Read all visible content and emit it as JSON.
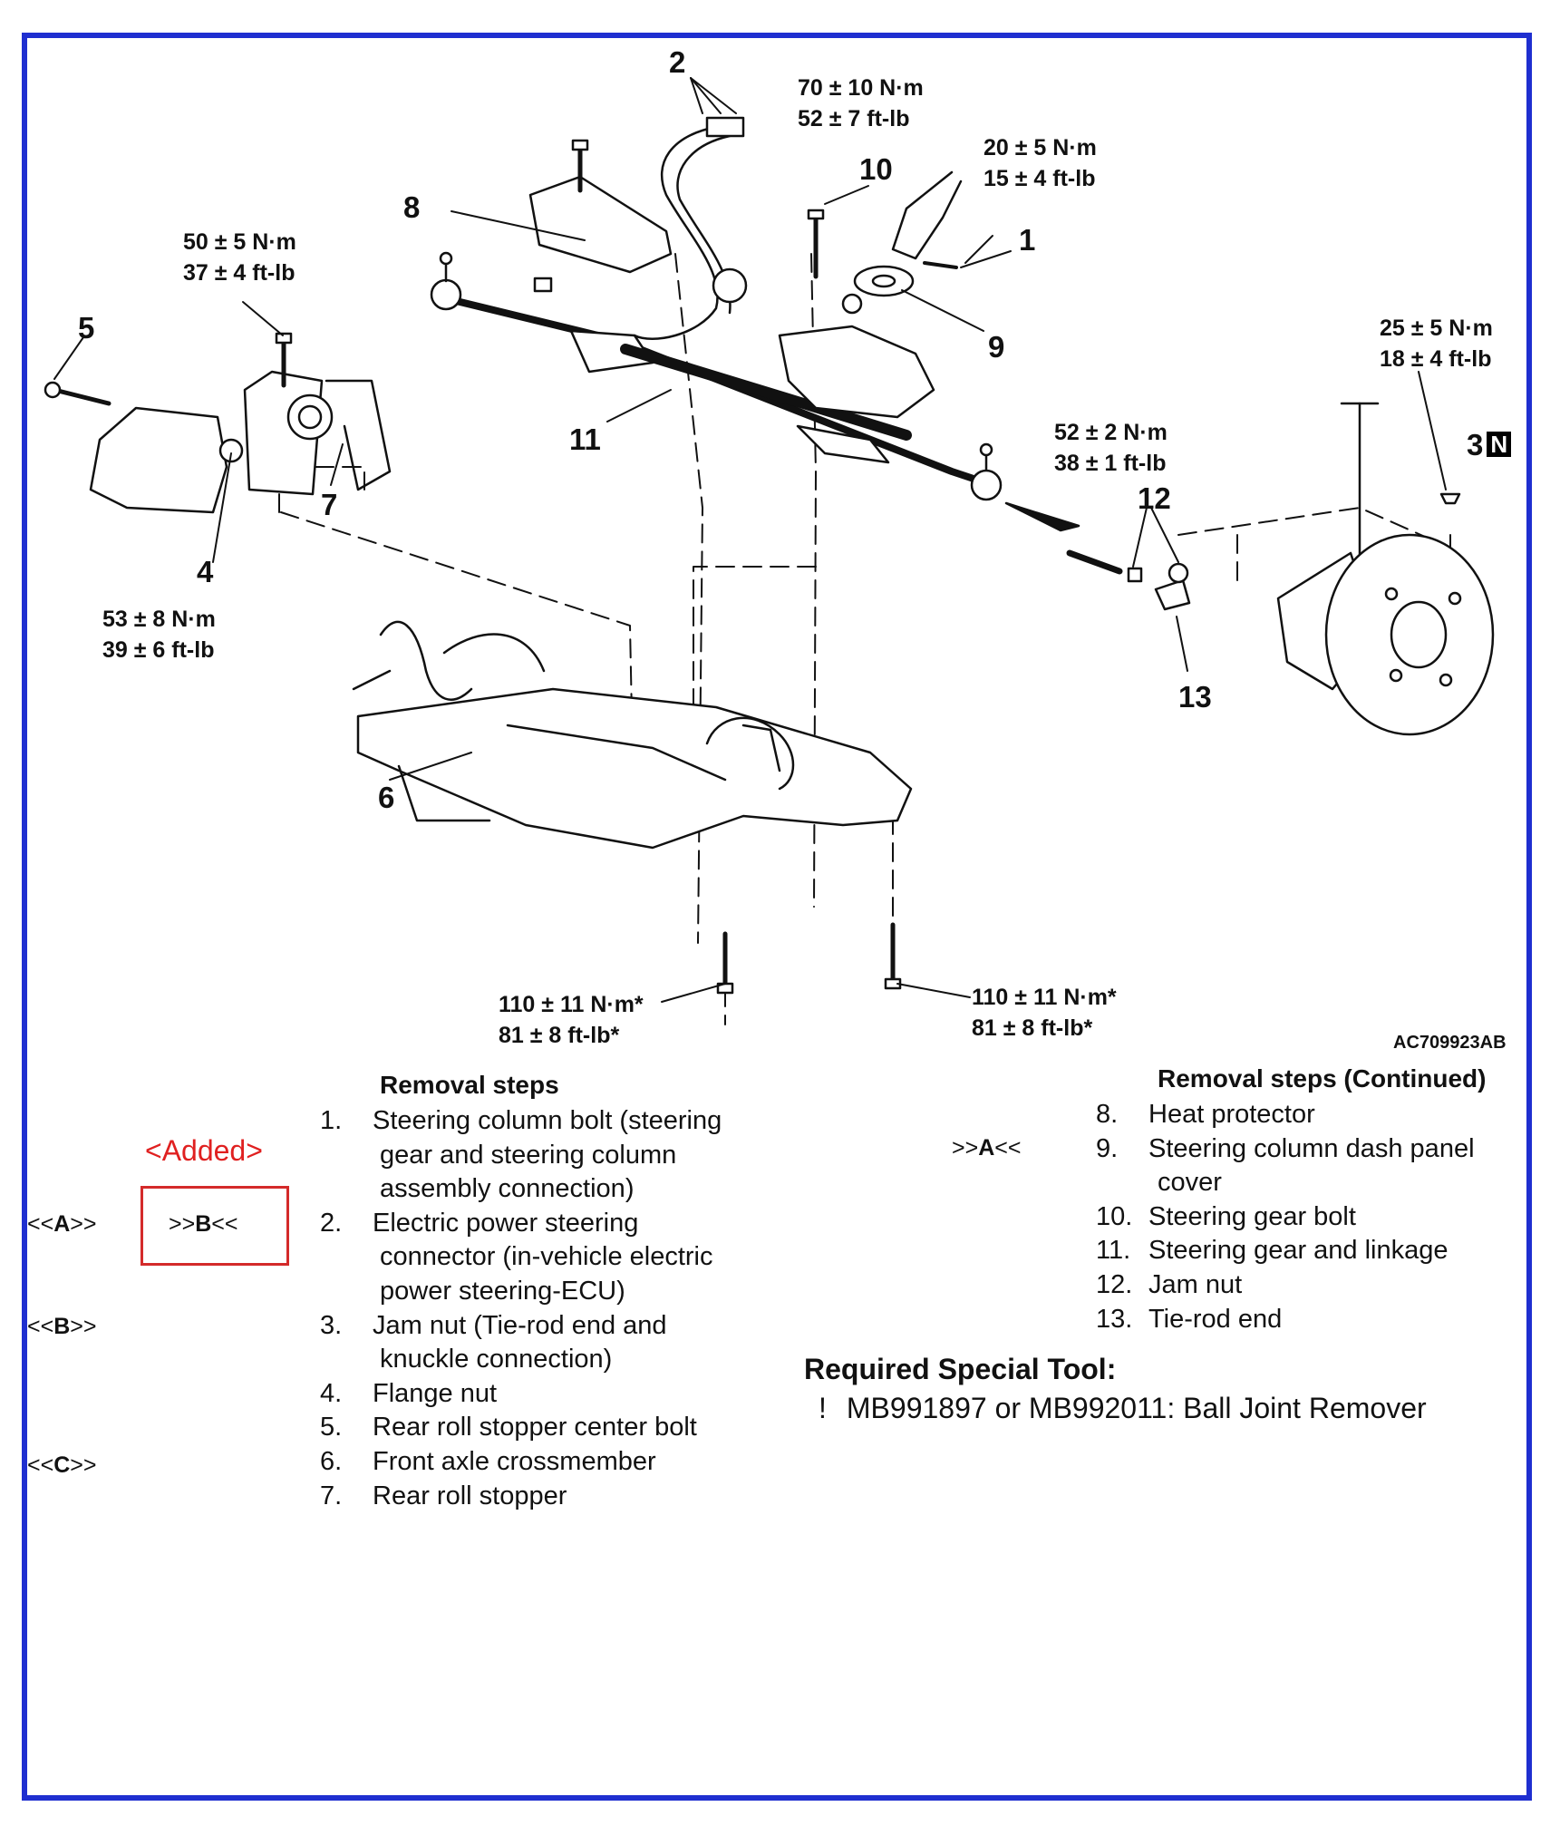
{
  "callouts": {
    "c1": "1",
    "c2": "2",
    "c3": "3",
    "c3_badge": "N",
    "c4": "4",
    "c5": "5",
    "c6": "6",
    "c7": "7",
    "c8": "8",
    "c9": "9",
    "c10": "10",
    "c11": "11",
    "c12": "12",
    "c13": "13"
  },
  "torques": {
    "t10_nm": "70 ± 10 N·m",
    "t10_ft": "52 ± 7 ft-lb",
    "t1_nm": "20 ± 5 N·m",
    "t1_ft": "15 ± 4 ft-lb",
    "t7_nm": "50 ± 5 N·m",
    "t7_ft": "37 ± 4 ft-lb",
    "t3_nm": "25 ± 5 N·m",
    "t3_ft": "18 ± 4 ft-lb",
    "t12_nm": "52 ± 2 N·m",
    "t12_ft": "38 ± 1 ft-lb",
    "t4_nm": "53 ± 8 N·m",
    "t4_ft": "39 ± 6 ft-lb",
    "t6a_nm": "110 ± 11 N·m*",
    "t6a_ft": "81 ± 8 ft-lb*",
    "t6b_nm": "110 ± 11 N·m*",
    "t6b_ft": "81 ± 8 ft-lb*"
  },
  "figure_id": "AC709923AB",
  "removal_steps": {
    "heading": "Removal steps",
    "s1_num": "1.",
    "s1_a": "Steering column bolt (steering",
    "s1_b": "gear and steering column",
    "s1_c": "assembly connection)",
    "s2_num": "2.",
    "s2_a": "Electric power steering",
    "s2_b": "connector (in-vehicle electric",
    "s2_c": "power steering-ECU)",
    "s3_num": "3.",
    "s3_a": "Jam nut (Tie-rod end and",
    "s3_b": "knuckle connection)",
    "s4_num": "4.",
    "s4_a": "Flange nut",
    "s5_num": "5.",
    "s5_a": "Rear roll stopper center bolt",
    "s6_num": "6.",
    "s6_a": "Front axle crossmember",
    "s7_num": "7.",
    "s7_a": "Rear roll stopper"
  },
  "removal_steps_continued": {
    "heading": "Removal steps (Continued)",
    "s8_num": "8.",
    "s8_a": "Heat protector",
    "s9_num": "9.",
    "s9_a": "Steering column dash panel",
    "s9_b": "cover",
    "s10_num": "10.",
    "s10_a": "Steering gear bolt",
    "s11_num": "11.",
    "s11_a": "Steering gear and linkage",
    "s12_num": "12.",
    "s12_a": "Jam nut",
    "s13_num": "13.",
    "s13_a": "Tie-rod end"
  },
  "refs": {
    "a_pre": "<<",
    "a_b": "A",
    "a_post": ">>",
    "b_pre": "<<",
    "b_b": "B",
    "b_post": ">>",
    "c_pre": "<<",
    "c_b": "C",
    "c_post": ">>",
    "install_b_pre": ">>",
    "install_b_b": "B",
    "install_b_post": "<<",
    "install_a_pre": ">>",
    "install_a_b": "A",
    "install_a_post": "<<"
  },
  "added_note": "<Added>",
  "special_tool": {
    "heading": "Required Special Tool:",
    "bullet": "!",
    "item": "MB991897 or MB992011: Ball Joint Remover"
  },
  "colors": {
    "frame": "#1f2fd0",
    "added": "#e02020",
    "added_box": "#d42a2a"
  }
}
